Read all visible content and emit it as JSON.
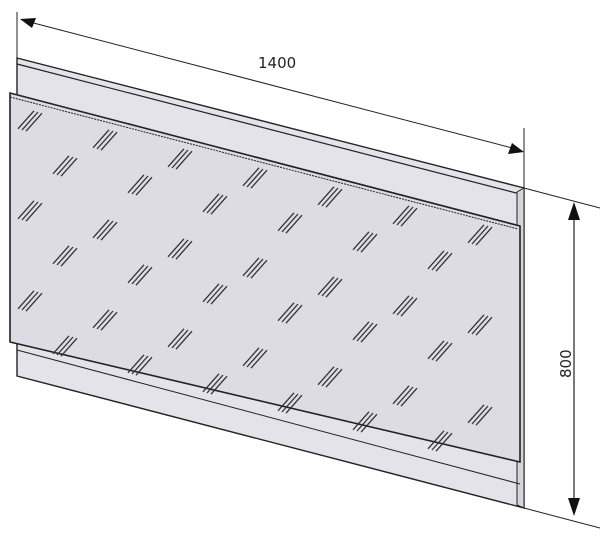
{
  "diagram": {
    "subject": "mirror panel, isometric view",
    "colors": {
      "panel": "#e4e3ea",
      "glass": "#dddce4",
      "line": "#222222",
      "background": "#ffffff"
    },
    "dimensions": {
      "width": {
        "label": "1400",
        "orientation": "diagonal-top"
      },
      "height": {
        "label": "800",
        "orientation": "vertical-right"
      }
    },
    "glass_marks_icon": "glass-reflection-hatch"
  }
}
